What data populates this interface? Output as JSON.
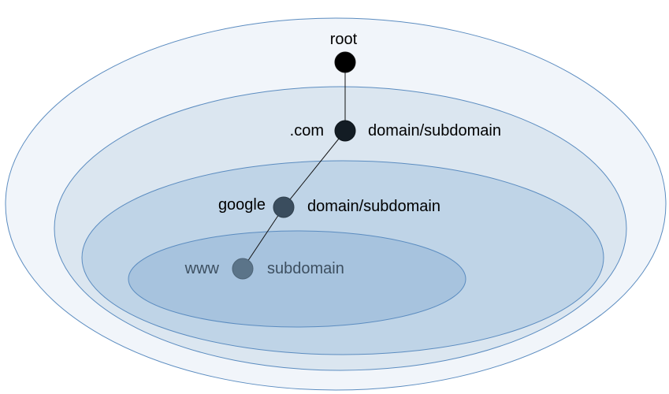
{
  "nodes": {
    "root": {
      "label": "root",
      "description": ""
    },
    "com": {
      "label": ".com",
      "description": "domain/subdomain"
    },
    "google": {
      "label": "google",
      "description": "domain/subdomain"
    },
    "www": {
      "label": "www",
      "description": "subdomain"
    }
  },
  "colors": {
    "ellipse_outer_fill": "#f1f5fa",
    "ellipse_2_fill": "#dbe6f0",
    "ellipse_3_fill": "#bfd4e7",
    "ellipse_inner_fill": "#a7c3de",
    "ellipse_stroke": "#5b8cc0",
    "node_root": "#000000",
    "node_com": "#131c24",
    "node_google": "#3a4d5e",
    "node_www": "#5b7489",
    "text_dark": "#000000",
    "text_muted": "#3d4f60"
  }
}
